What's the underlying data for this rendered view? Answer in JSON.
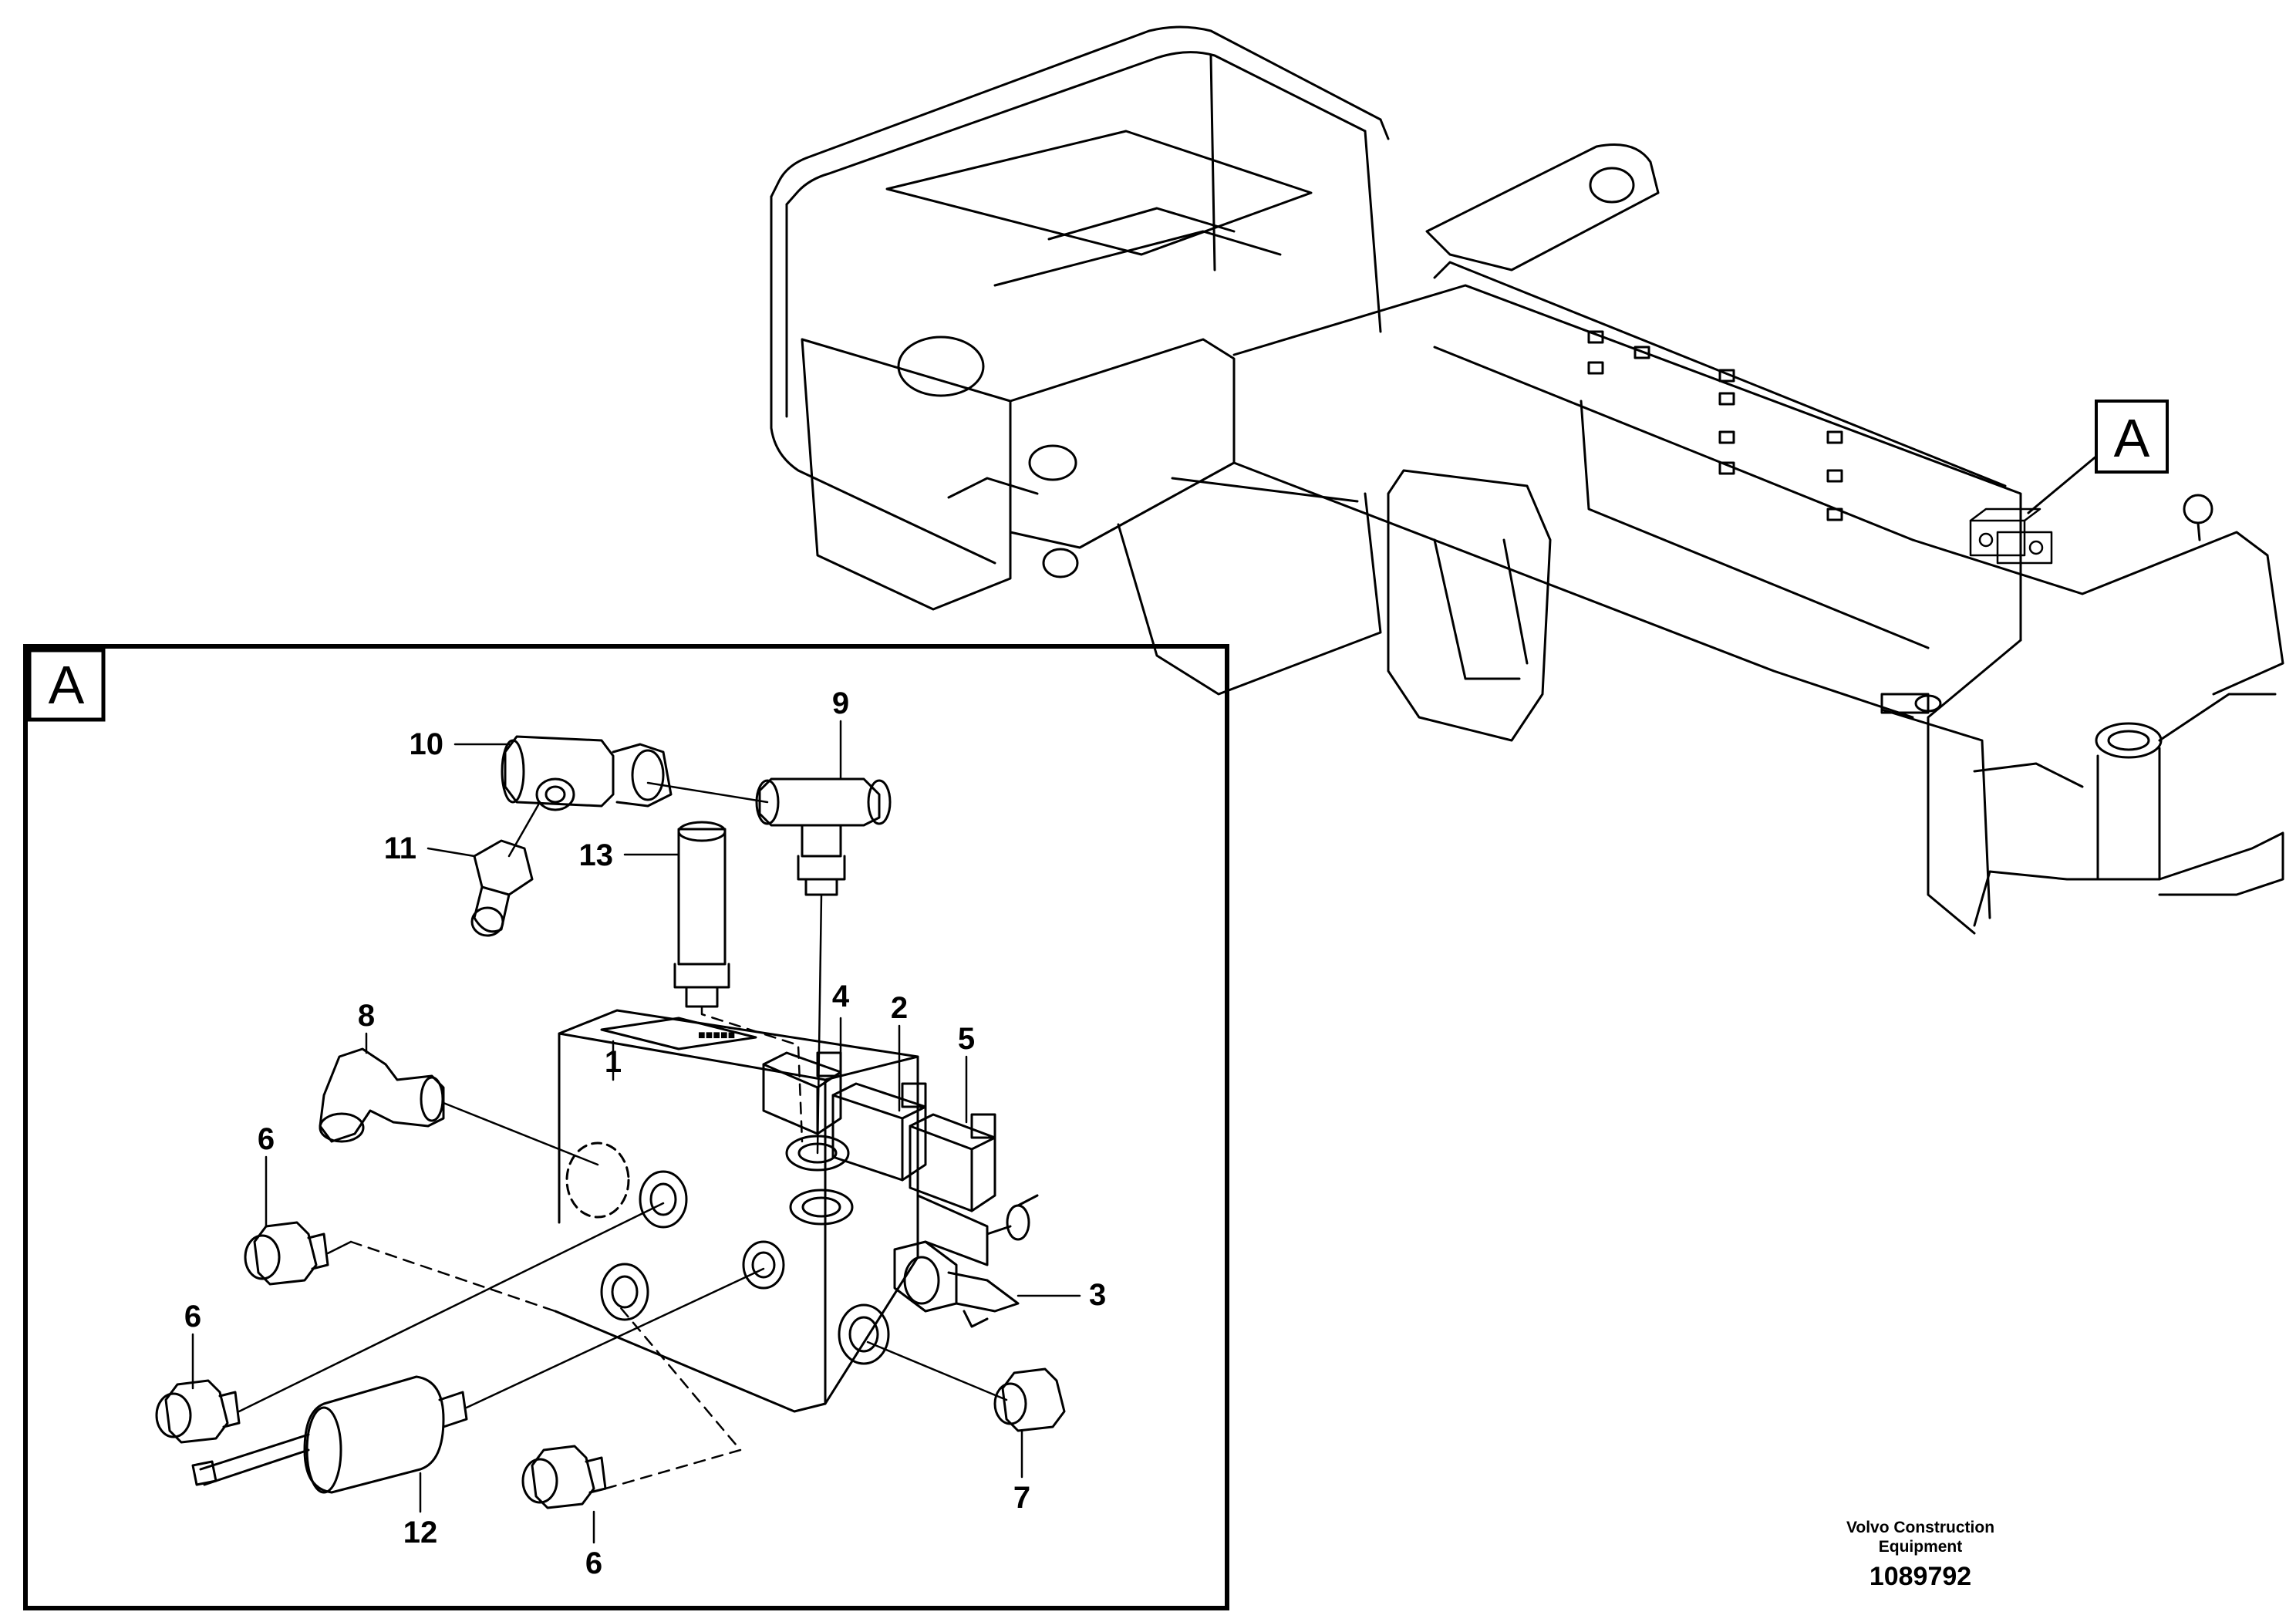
{
  "view_marker": {
    "letter": "A"
  },
  "detail_view": {
    "letter": "A"
  },
  "callouts": [
    {
      "id": "c1",
      "label": "1"
    },
    {
      "id": "c2",
      "label": "2"
    },
    {
      "id": "c3",
      "label": "3"
    },
    {
      "id": "c4",
      "label": "4"
    },
    {
      "id": "c5",
      "label": "5"
    },
    {
      "id": "c6a",
      "label": "6"
    },
    {
      "id": "c6b",
      "label": "6"
    },
    {
      "id": "c6c",
      "label": "6"
    },
    {
      "id": "c7",
      "label": "7"
    },
    {
      "id": "c8",
      "label": "8"
    },
    {
      "id": "c9",
      "label": "9"
    },
    {
      "id": "c10",
      "label": "10"
    },
    {
      "id": "c11",
      "label": "11"
    },
    {
      "id": "c12",
      "label": "12"
    },
    {
      "id": "c13",
      "label": "13"
    }
  ],
  "footer": {
    "maker_line1": "Volvo Construction",
    "maker_line2": "Equipment",
    "drawing_number": "1089792"
  }
}
